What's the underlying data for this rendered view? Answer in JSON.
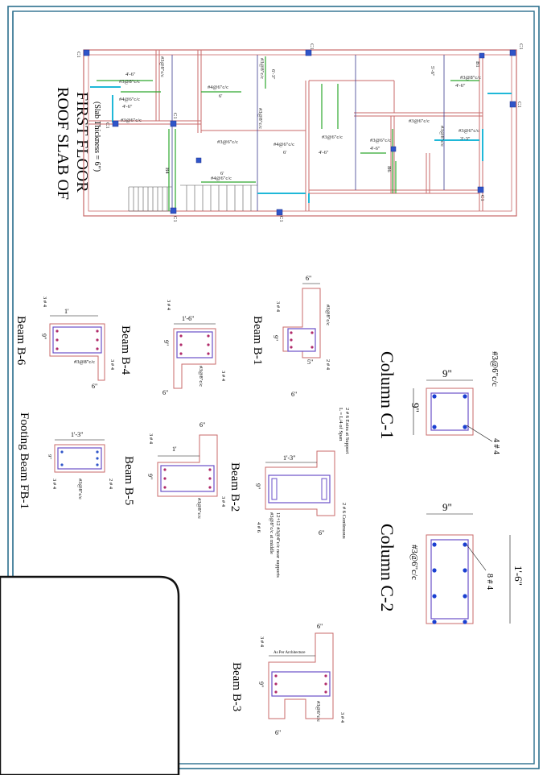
{
  "title_block": {
    "title_line1": "ROOF SLAB OF",
    "title_line2": "FIRST FLOOR",
    "subtitle": "(Slab Thickness = 6\")"
  },
  "plan": {
    "labels": [
      {
        "id": "c1a",
        "text": "C1"
      },
      {
        "id": "c1b",
        "text": "C1"
      },
      {
        "id": "c1c",
        "text": "C1"
      },
      {
        "id": "c1d",
        "text": "C1"
      },
      {
        "id": "c1e",
        "text": "C1"
      },
      {
        "id": "c1f",
        "text": "C1"
      },
      {
        "id": "c1g",
        "text": "C1"
      },
      {
        "id": "c1h",
        "text": "C1"
      },
      {
        "id": "c1i",
        "text": "C1"
      },
      {
        "id": "b1",
        "text": "B1"
      },
      {
        "id": "b4",
        "text": "B4"
      },
      {
        "id": "b6",
        "text": "B6"
      },
      {
        "id": "r1",
        "text": "#3@8\"c/c"
      },
      {
        "id": "r2",
        "text": "#4@6\"c/c"
      },
      {
        "id": "r3",
        "text": "#3@6\"c/c"
      },
      {
        "id": "r4",
        "text": "#4@6\"c/c"
      },
      {
        "id": "r5",
        "text": "#3@6\"c/c"
      },
      {
        "id": "r6",
        "text": "#3@8\"c/c"
      },
      {
        "id": "r7",
        "text": "#4@6\"c/c"
      },
      {
        "id": "r8",
        "text": "#3@8\"c/c"
      },
      {
        "id": "r9",
        "text": "#3@8\"c/c"
      },
      {
        "id": "r10",
        "text": "#3@6\"c/c"
      },
      {
        "id": "r11",
        "text": "#4@6\"c/c"
      },
      {
        "id": "r12",
        "text": "#3@6\"c/c"
      },
      {
        "id": "r13",
        "text": "#3@6\"c/c"
      },
      {
        "id": "r14",
        "text": "#3@8\"c/c"
      },
      {
        "id": "r15",
        "text": "#3@8\"c/c"
      },
      {
        "id": "r16",
        "text": "#3@6\"c/c"
      },
      {
        "id": "d1",
        "text": "4'-6\""
      },
      {
        "id": "d2",
        "text": "4'-6\""
      },
      {
        "id": "d3",
        "text": "6'"
      },
      {
        "id": "d4",
        "text": "6'"
      },
      {
        "id": "d5",
        "text": "6'"
      },
      {
        "id": "d6",
        "text": "4'-6\""
      },
      {
        "id": "d7",
        "text": "4'-6\""
      },
      {
        "id": "d8",
        "text": "3'-3\""
      },
      {
        "id": "d9",
        "text": "6'-3\""
      },
      {
        "id": "d10",
        "text": "4'-6\""
      },
      {
        "id": "d11",
        "text": "5'-6\""
      }
    ]
  },
  "sections": {
    "b1": {
      "name": "Beam B-1",
      "top": "3 # 4",
      "stirrup": "#3@8\"c/c",
      "bottom": "2 # 4",
      "w": "6\"",
      "d": "9\"",
      "f1": "5\"",
      "f2": "6\""
    },
    "b4": {
      "name": "Beam B-4",
      "top": "3 # 4",
      "stirrup": "#3@8\"c/c",
      "bottom": "3 # 4",
      "w": "1'-6\"",
      "d": "9\"",
      "f1": "6\""
    },
    "b6": {
      "name": "Beam B-6",
      "top": "3 # 4",
      "stirrup": "#3@8\"c/c",
      "bottom": "3 # 4",
      "w": "1'",
      "d": "9\"",
      "f1": "6\""
    },
    "b2": {
      "name": "Beam B-2",
      "note1": "2 # 6 Extra at Support",
      "note2": "L = L/4 of Span",
      "cont": "2 # 6 Continuous",
      "bar": "4 # 6",
      "stirrup1": "12+12 #3@4\"c/c near supports",
      "stirrup2": "#3@8\"c/c at middle",
      "w": "1'-3\"",
      "d": "9\"",
      "f1": "6\""
    },
    "b5": {
      "name": "Beam B-5",
      "top": "3 # 4",
      "stirrup": "#3@8\"c/c",
      "bottom": "3 # 4",
      "w": "1'",
      "d": "9\"",
      "f1": "6\""
    },
    "fb1": {
      "name": "Footing Beam FB-1",
      "top": "3 # 4",
      "stirrup": "#3@8\"c/c",
      "bottom": "2 # 4",
      "w": "1'-3\"",
      "d": "9\""
    },
    "b3": {
      "name": "Beam B-3",
      "top": "3 # 4",
      "stirrup": "#3@6\"c/c",
      "bottom": "3 # 4",
      "note": "As Per Architecture",
      "d": "9\"",
      "f1": "6\"",
      "f2": "6\""
    },
    "c1": {
      "name": "Column C-1",
      "tie": "#3@6\"c/c",
      "bars": "4 # 4",
      "w": "9\"",
      "d": "9\""
    },
    "c2": {
      "name": "Column C-2",
      "tie": "#3@6\"c/c",
      "bars": "8 # 4",
      "w": "9\"",
      "d": "1'-6\""
    }
  },
  "colors": {
    "frame": "#2c6f8e",
    "ink": "#111111",
    "concrete": "#c96a6a",
    "bar": "#1a3fd1",
    "stirrup": "#6a4fc9",
    "green": "#2da82d",
    "cyan": "#1fb8d8",
    "grid": "#3b3b8f"
  }
}
